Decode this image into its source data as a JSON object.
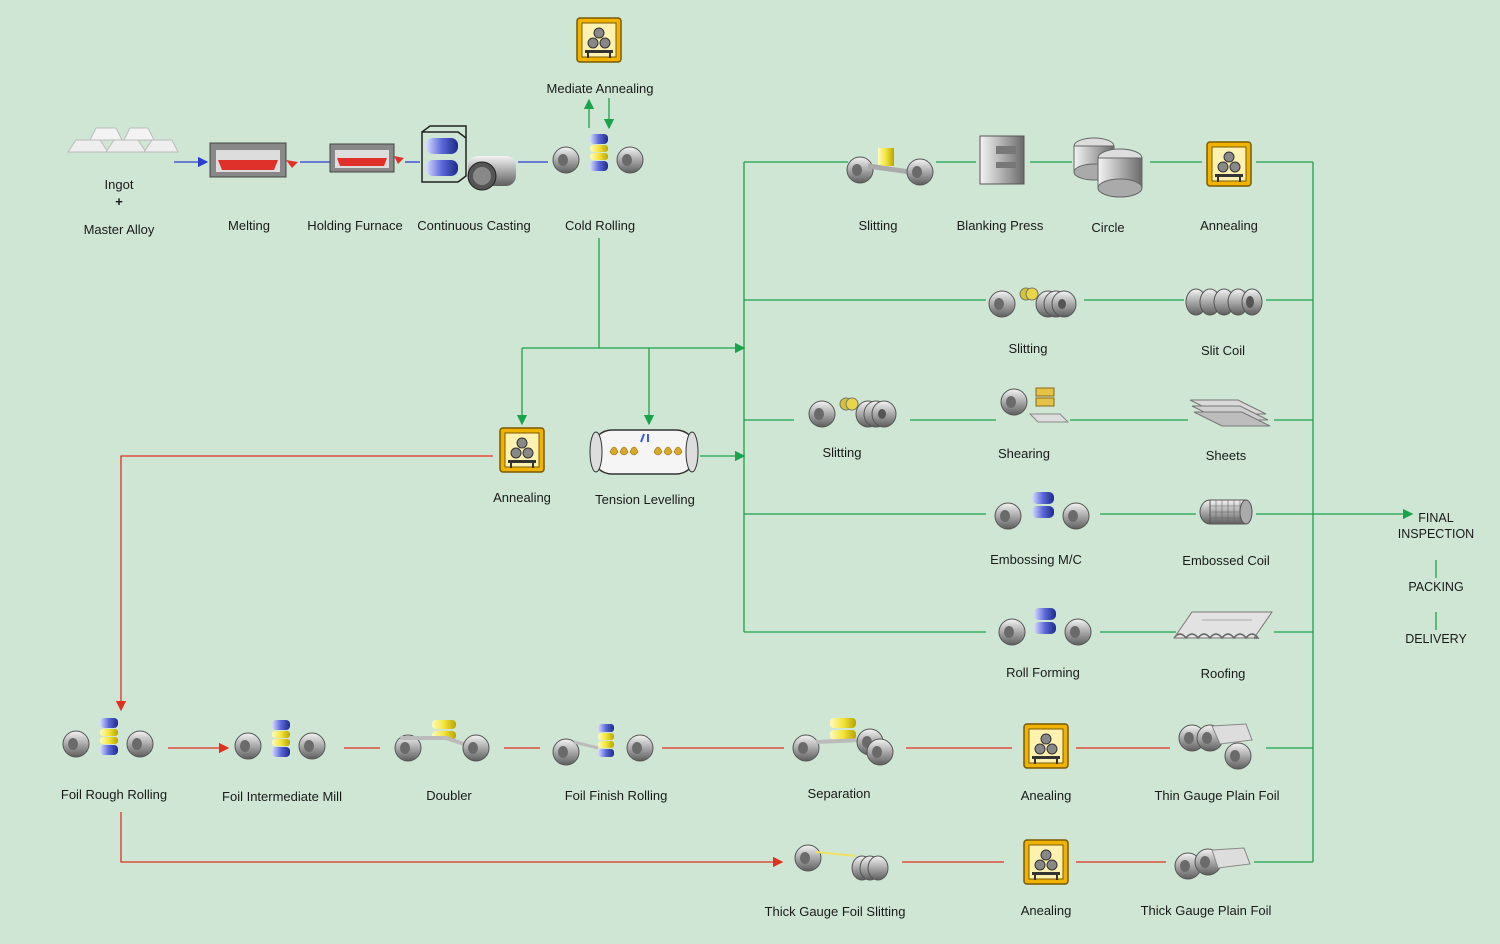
{
  "diagram": {
    "background": "#cfe6d5",
    "colors": {
      "green": "#1aa34a",
      "red": "#e0301e",
      "blue": "#2a3fd0",
      "anneal_box": "#f0b400"
    },
    "labels": {
      "ingot": "Ingot",
      "plus": "+",
      "master_alloy": "Master Alloy",
      "melting": "Melting",
      "holding_furnace": "Holding Furnace",
      "continuous_casting": "Continuous Casting",
      "cold_rolling": "Cold Rolling",
      "mediate_annealing": "Mediate Annealing",
      "annealing_mid": "Annealing",
      "tension_levelling": "Tension Levelling",
      "r1_slitting": "Slitting",
      "r1_blanking_press": "Blanking Press",
      "r1_circle": "Circle",
      "r1_annealing": "Annealing",
      "r2_slitting": "Slitting",
      "r2_slit_coil": "Slit Coil",
      "r3_slitting": "Slitting",
      "r3_shearing": "Shearing",
      "r3_sheets": "Sheets",
      "r4_embossing": "Embossing M/C",
      "r4_embossed_coil": "Embossed Coil",
      "r5_roll_forming": "Roll Forming",
      "r5_roofing": "Roofing",
      "foil_rough": "Foil  Rough Rolling",
      "foil_intermediate": "Foil Intermediate Mill",
      "doubler": "Doubler",
      "foil_finish": "Foil Finish Rolling",
      "separation": "Separation",
      "r6_anealing": "Anealing",
      "thin_gauge": "Thin Gauge Plain Foil",
      "thick_slitting": "Thick Gauge Foil Slitting",
      "r7_anealing": "Anealing",
      "thick_gauge": "Thick Gauge Plain Foil",
      "final_inspection_1": "FINAL",
      "final_inspection_2": "INSPECTION",
      "packing": "PACKING",
      "delivery": "DELIVERY"
    },
    "icons": [
      "ingot-icon",
      "melting-furnace-icon",
      "holding-furnace-icon",
      "continuous-casting-icon",
      "cold-rolling-mill-icon",
      "annealing-furnace-icon",
      "tension-leveller-icon",
      "slitter-icon",
      "blanking-press-icon",
      "circles-stack-icon",
      "slit-coil-icon",
      "shearing-icon",
      "sheets-icon",
      "embossing-mill-icon",
      "embossed-coil-icon",
      "roll-forming-icon",
      "roofing-sheet-icon",
      "foil-mill-icon",
      "doubler-icon",
      "separator-icon",
      "foil-coil-icon"
    ]
  }
}
